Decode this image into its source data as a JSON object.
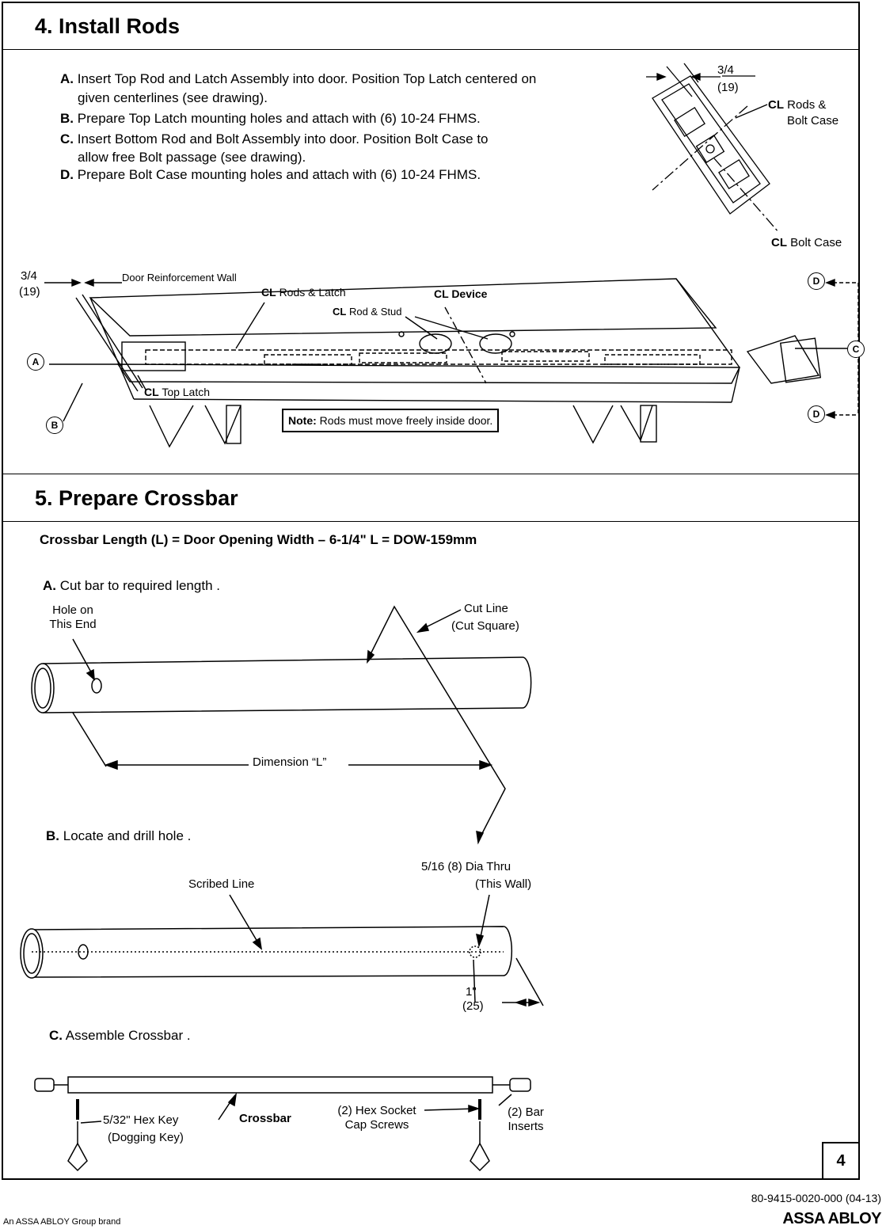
{
  "section4": {
    "title": "4. Install Rods",
    "steps": [
      {
        "letter": "A.",
        "text": "Insert Top Rod and Latch Assembly into door. Position Top Latch centered on"
      },
      {
        "letter": "",
        "text": "given centerlines (see drawing)."
      },
      {
        "letter": "B.",
        "text": "Prepare Top Latch mounting holes and attach with (6) 10-24 FHMS."
      },
      {
        "letter": "C.",
        "text": "Insert Bottom Rod and Bolt Assembly into door. Position Bolt Case to"
      },
      {
        "letter": "",
        "text": "allow free Bolt passage (see drawing)."
      },
      {
        "letter": "D.",
        "text": "Prepare Bolt Case mounting holes and attach with (6) 10-24 FHMS."
      }
    ],
    "detail": {
      "dim_top": "3/4",
      "dim_bottom": "(19)",
      "cl_rods_bolt_line1": "Rods &",
      "cl_rods_bolt_line2": "Bolt Case",
      "cl_bolt_case": "Bolt Case"
    },
    "door": {
      "dim_top": "3/4",
      "dim_bottom": "(19)",
      "reinforcement_label": "Door Reinforcement Wall",
      "cl_rods_latch": "Rods & Latch",
      "cl_device": "Device",
      "cl_rod_stud": "Rod & Stud",
      "cl_top_latch": "Top Latch",
      "cl_symbol": "CL",
      "note_label": "Note:",
      "note_text": "Rods must move freely inside door.",
      "callouts": {
        "a": "A",
        "b": "B",
        "c": "C",
        "d": "D"
      }
    }
  },
  "section5": {
    "title": "5. Prepare Crossbar",
    "formula": "Crossbar Length (L) = Door Opening Width – 6-1/4\"  L  = DOW-159mm",
    "step_a": {
      "letter": "A.",
      "text": "Cut bar to required length ."
    },
    "step_a_labels": {
      "hole_line1": "Hole on",
      "hole_line2": "This End",
      "cut_line1": "Cut Line",
      "cut_line2": "(Cut Square)",
      "dimension": "Dimension “L”"
    },
    "step_b": {
      "letter": "B.",
      "text": "Locate and drill hole ."
    },
    "step_b_labels": {
      "scribed": "Scribed Line",
      "dia_line1": "5/16 (8) Dia Thru",
      "dia_line2": "(This Wall)",
      "dim_top": "1\"",
      "dim_bottom": "(25)"
    },
    "step_c": {
      "letter": "C.",
      "text": "Assemble Crossbar ."
    },
    "step_c_labels": {
      "hex_key_line1": "5/32\" Hex Key",
      "hex_key_line2": "(Dogging Key)",
      "crossbar": "Crossbar",
      "screws_line1": "(2) Hex Socket",
      "screws_line2": "Cap Screws",
      "inserts_line1": "(2) Bar",
      "inserts_line2": "Inserts"
    }
  },
  "footer": {
    "page_number": "4",
    "doc_number": "80-9415-0020-000 (04-13)",
    "brand_note": "An ASSA ABLOY Group brand",
    "brand_logo": "ASSA ABLOY"
  }
}
